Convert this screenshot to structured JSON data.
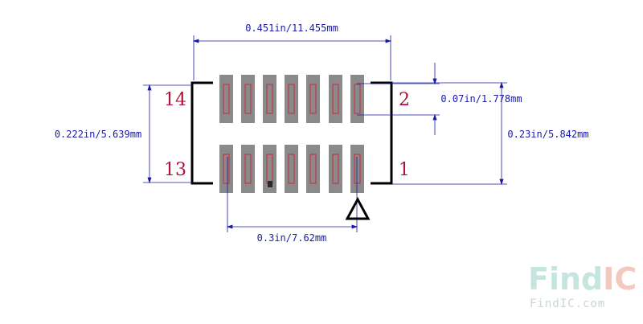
{
  "dimensions": {
    "top_width": "0.451in/11.455mm",
    "pitch": "0.07in/1.778mm",
    "left_height": "0.222in/5.639mm",
    "right_height": "0.23in/5.842mm",
    "bottom_width": "0.3in/7.62mm"
  },
  "pins": {
    "top_left": "14",
    "bottom_left": "13",
    "top_right": "2",
    "bottom_right": "1"
  },
  "watermark": {
    "brand_find": "Find",
    "brand_ic": "IC",
    "url": "FindIC.com"
  },
  "colors": {
    "pad": "#8a8a8a",
    "pad_outline": "#c8283c",
    "dimension": "#1a1aa6",
    "pin_label": "#b0103a",
    "outline": "#000000",
    "watermark_find": "#c4e6df",
    "watermark_ic": "#f3c9bf"
  }
}
